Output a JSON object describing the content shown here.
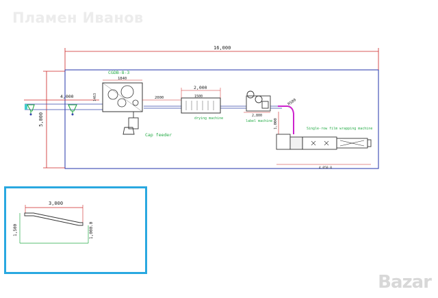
{
  "watermark": "Пламен Иванов",
  "logo": "Bazar",
  "layout": {
    "dim_total_width": "16,000",
    "dim_total_height": "5,000",
    "dim_left_conveyor": "4,000",
    "dim_feeder_width": "1840",
    "dim_feeder_depth": "1463",
    "dim_feeder_spacing": "2000",
    "dim_drying_width": "2,000",
    "dim_drying_inner": "1500",
    "dim_label_width": "2,800",
    "dim_bend_radius": "R500",
    "dim_vertical": "1,000",
    "dim_bottom": "4,050.0",
    "label_machine_model": "CGDB-8-3",
    "label_cap_feeder": "Cap feeder",
    "label_drying": "drying machine",
    "label_label": "label machine",
    "label_shrink": "Single-row film wrapping machine"
  },
  "inset": {
    "dim_length": "3,000",
    "dim_height_left": "1,500",
    "dim_height_right": "1,000.0"
  }
}
